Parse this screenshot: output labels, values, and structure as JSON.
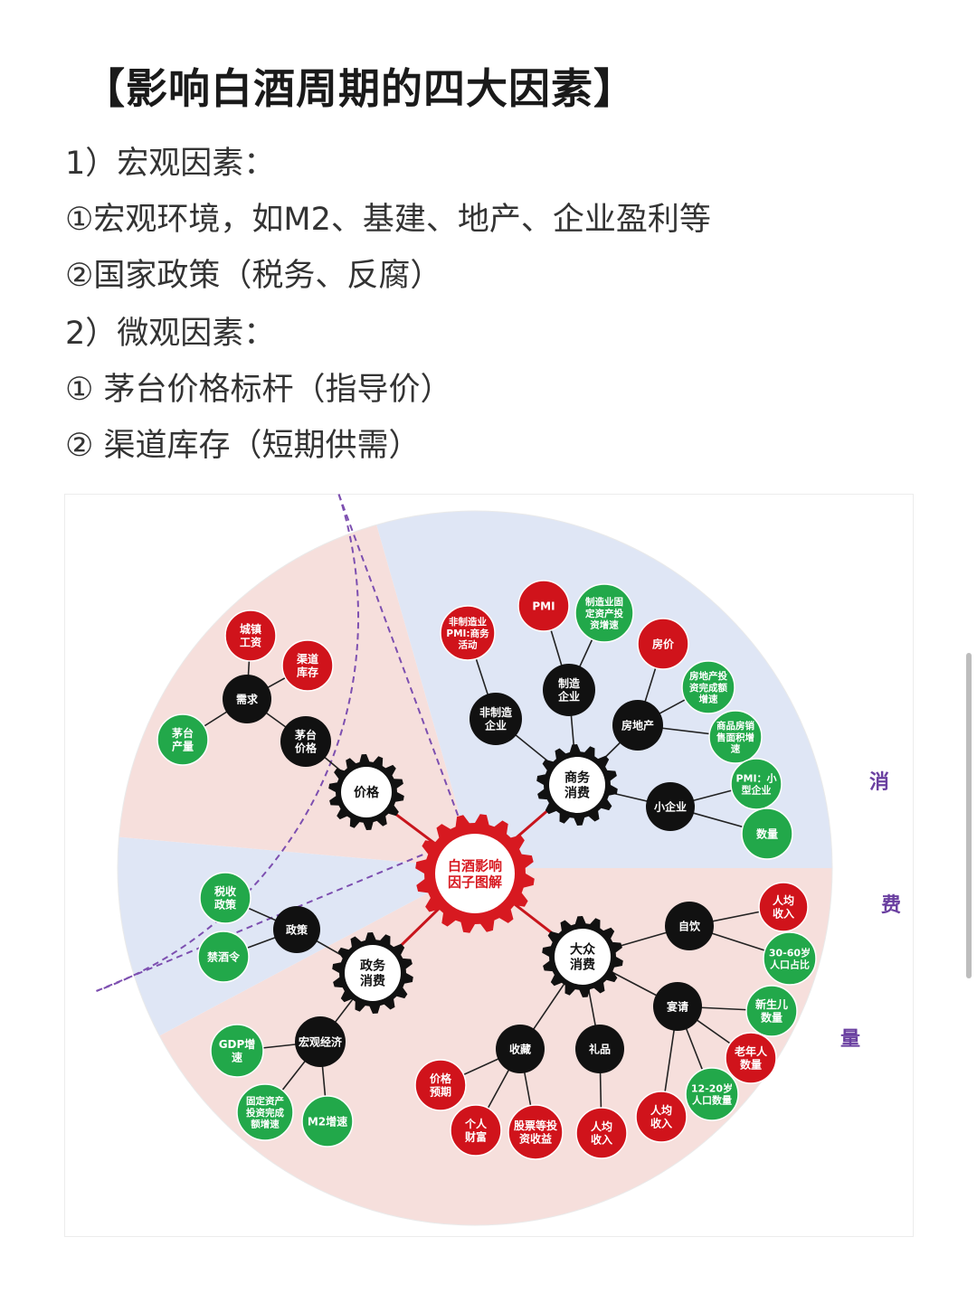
{
  "article": {
    "title": "【影响白酒周期的四大因素】",
    "lines": [
      "1）宏观因素：",
      "①宏观环境，如M2、基建、地产、企业盈利等",
      "②国家政策（税务、反腐）",
      "2）微观因素：",
      "① 茅台价格标杆（指导价）",
      "② 渠道库存（短期供需）"
    ]
  },
  "diagram": {
    "center": [
      "白酒影响",
      "因子图解"
    ],
    "gears": {
      "price": [
        "价格"
      ],
      "business": [
        "商务",
        "消费"
      ],
      "government": [
        "政务",
        "消费"
      ],
      "mass": [
        "大众",
        "消费"
      ]
    },
    "side_label": [
      "消",
      "费",
      "量"
    ],
    "nodes": {
      "demand": [
        "需求"
      ],
      "maotai_price": [
        "茅台",
        "价格"
      ],
      "urban_wage": [
        "城镇",
        "工资"
      ],
      "channel_inventory": [
        "渠道",
        "库存"
      ],
      "maotai_output": [
        "茅台",
        "产量"
      ],
      "nonmfg_company": [
        "非制造",
        "企业"
      ],
      "nonmfg_pmi": [
        "非制造业",
        "PMI:商务",
        "活动"
      ],
      "mfg_company": [
        "制造",
        "企业"
      ],
      "pmi": [
        "PMI"
      ],
      "mfg_fai": [
        "制造业固",
        "定资产投",
        "资增速"
      ],
      "real_estate": [
        "房地产"
      ],
      "house_price": [
        "房价"
      ],
      "re_investment": [
        "房地产投",
        "资完成额",
        "增速"
      ],
      "housing_sales": [
        "商品房销",
        "售面积增",
        "速"
      ],
      "small_business": [
        "小企业"
      ],
      "pmi_small": [
        "PMI：小",
        "型企业"
      ],
      "quantity": [
        "数量"
      ],
      "policy": [
        "政策"
      ],
      "tax_policy": [
        "税收",
        "政策"
      ],
      "alcohol_ban": [
        "禁酒令"
      ],
      "macro": [
        "宏观经济"
      ],
      "gdp": [
        "GDP增",
        "速"
      ],
      "fai": [
        "固定资产",
        "投资完成",
        "额增速"
      ],
      "m2": [
        "M2增速"
      ],
      "self_drink": [
        "自饮"
      ],
      "income_per_capita_a": [
        "人均",
        "收入"
      ],
      "age_30_60": [
        "30-60岁",
        "人口占比"
      ],
      "banquet": [
        "宴请"
      ],
      "newborn": [
        "新生儿",
        "数量"
      ],
      "elderly": [
        "老年人",
        "数量"
      ],
      "age_12_20": [
        "12-20岁",
        "人口数量"
      ],
      "income_per_capita_b": [
        "人均",
        "收入"
      ],
      "gift": [
        "礼品"
      ],
      "income_per_capita_c": [
        "人均",
        "收入"
      ],
      "collection": [
        "收藏"
      ],
      "price_expectation": [
        "价格",
        "预期"
      ],
      "personal_wealth": [
        "个人",
        "财富"
      ],
      "stock_returns": [
        "股票等投",
        "资收益"
      ]
    },
    "colors": {
      "black": "#111111",
      "red": "#d0131b",
      "green": "#22a84a",
      "center_red": "#d71920",
      "link_red": "#c8151c",
      "dashed": "#7d4fb0",
      "sector_red": "#f6dfdc",
      "sector_blue": "#dfe6f5"
    }
  }
}
